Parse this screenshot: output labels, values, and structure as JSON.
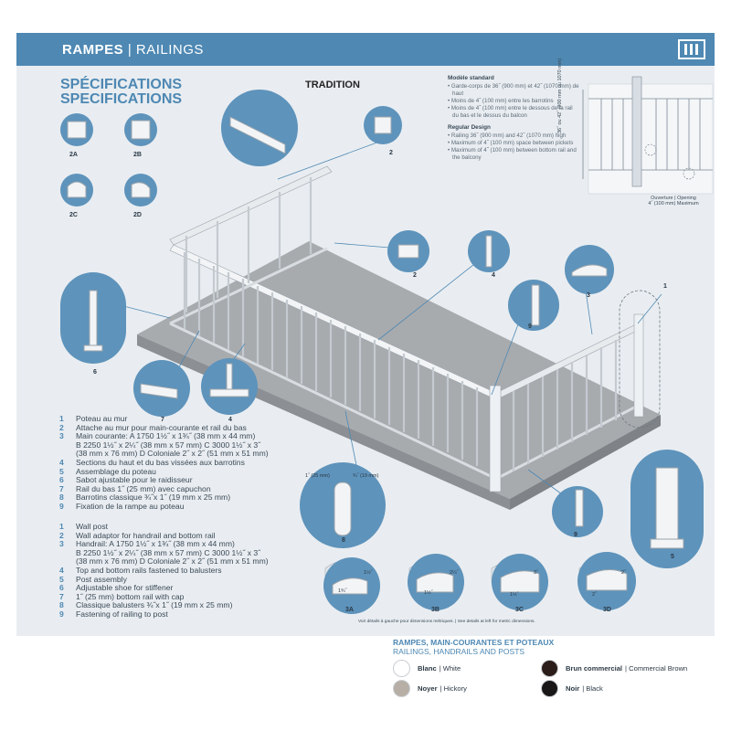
{
  "header": {
    "title_bold": "RAMPES",
    "title_sep": " | ",
    "title_light": "RAILINGS"
  },
  "spec": {
    "fr": "SPÉCIFICATIONS",
    "en": "SPECIFICATIONS"
  },
  "diagram_title": "TRADITION",
  "standard": {
    "fr_title": "Modèle standard",
    "fr_items": [
      "Garde-corps de 36˝ (900 mm) et 42˝ (1070 mm) de haut",
      "Moins de 4˝ (100 mm) entre les barrotins",
      "Moins de 4˝ (100 mm) entre le dessous de la rail du bas et le dessus du balcon"
    ],
    "en_title": "Regular Design",
    "en_items": [
      "Railing 36˝ (900 mm) and 42˝ (1070 mm) high",
      "Maximum of 4˝ (100 mm) space between pickets",
      "Maximum of 4˝ (100 mm) between bottom rail and the balcony"
    ]
  },
  "dim_vertical": "36˝ ou 42˝ (900 mm ou 1070 mm)",
  "opening": {
    "line1": "Ouverture | Opening",
    "line2": "4˝ (100 mm) Maximum"
  },
  "legend_fr": [
    {
      "n": "1",
      "t": "Poteau au mur"
    },
    {
      "n": "2",
      "t": "Attache au mur pour main-courante et rail du bas"
    },
    {
      "n": "3",
      "t": "Main courante: A 1750 1½˝ x 1¾˝ (38 mm x 44 mm)"
    },
    {
      "n": "",
      "t": "B 2250 1½˝ x 2¼˝ (38 mm x 57 mm) C 3000 1½˝ x 3˝"
    },
    {
      "n": "",
      "t": "(38 mm x 76 mm) D Coloniale 2˝ x 2˝ (51 mm x 51 mm)"
    },
    {
      "n": "4",
      "t": "Sections du haut et du bas vissées aux barrotins"
    },
    {
      "n": "5",
      "t": "Assemblage du poteau"
    },
    {
      "n": "6",
      "t": "Sabot ajustable pour le raidisseur"
    },
    {
      "n": "7",
      "t": "Rail du bas 1˝ (25 mm) avec capuchon"
    },
    {
      "n": "8",
      "t": "Barrotins classique ¾˝x 1˝ (19 mm x 25 mm)"
    },
    {
      "n": "9",
      "t": "Fixation de la rampe au poteau"
    }
  ],
  "legend_en": [
    {
      "n": "1",
      "t": "Wall post"
    },
    {
      "n": "2",
      "t": "Wall adaptor for handrail and bottom rail"
    },
    {
      "n": "3",
      "t": "Handrail: A 1750 1½˝ x 1¾˝ (38 mm x 44 mm)"
    },
    {
      "n": "",
      "t": "B 2250 1½˝ x 2¼˝ (38 mm x 57 mm) C 3000 1½˝ x 3˝"
    },
    {
      "n": "",
      "t": "(38 mm x 76 mm) D Coloniale 2˝ x 2˝ (51 mm x 51 mm)"
    },
    {
      "n": "4",
      "t": "Top and bottom rails fastened to balusters"
    },
    {
      "n": "5",
      "t": "Post assembly"
    },
    {
      "n": "6",
      "t": "Adjustable shoe for stiffener"
    },
    {
      "n": "7",
      "t": "1˝ (25 mm) bottom rail with cap"
    },
    {
      "n": "8",
      "t": "Classique balusters ¾˝x 1˝ (19 mm x 25 mm)"
    },
    {
      "n": "9",
      "t": "Fastening of railing to post"
    }
  ],
  "labels": {
    "l2A": "2A",
    "l2B": "2B",
    "l2C": "2C",
    "l2D": "2D",
    "l1": "1",
    "l2a": "2",
    "l2b": "2",
    "l3": "3",
    "l4a": "4",
    "l4b": "4",
    "l5": "5",
    "l6": "6",
    "l7": "7",
    "l8": "8",
    "l9a": "9",
    "l9b": "9",
    "l3A": "3A",
    "l3B": "3B",
    "l3C": "3C",
    "l3D": "3D",
    "d8a": "1˝ (25 mm)",
    "d8b": "¾˝ (19 mm)",
    "d3A": "1½˝",
    "d3A2": "1¾˝",
    "d3B": "2¼˝",
    "d3B2": "1½˝",
    "d3C": "3˝",
    "d3C2": "1½˝",
    "d3D": "2˝",
    "d3D2": "2˝"
  },
  "note": "Voir détails à gauche pour dimensions métriques. | See details at left for metric dimensions.",
  "footer": {
    "title": "RAMPES, MAIN-COURANTES ET POTEAUX",
    "subtitle": "RAILINGS, HANDRAILS AND POSTS",
    "colors": [
      {
        "fr": "Blanc",
        "en": "White",
        "hex": "#ffffff"
      },
      {
        "fr": "Noyer",
        "en": "Hickory",
        "hex": "#b7aea5"
      },
      {
        "fr": "Brun commercial",
        "en": "Commercial Brown",
        "hex": "#2b1d1a"
      },
      {
        "fr": "Noir",
        "en": "Black",
        "hex": "#1a1718"
      }
    ]
  }
}
